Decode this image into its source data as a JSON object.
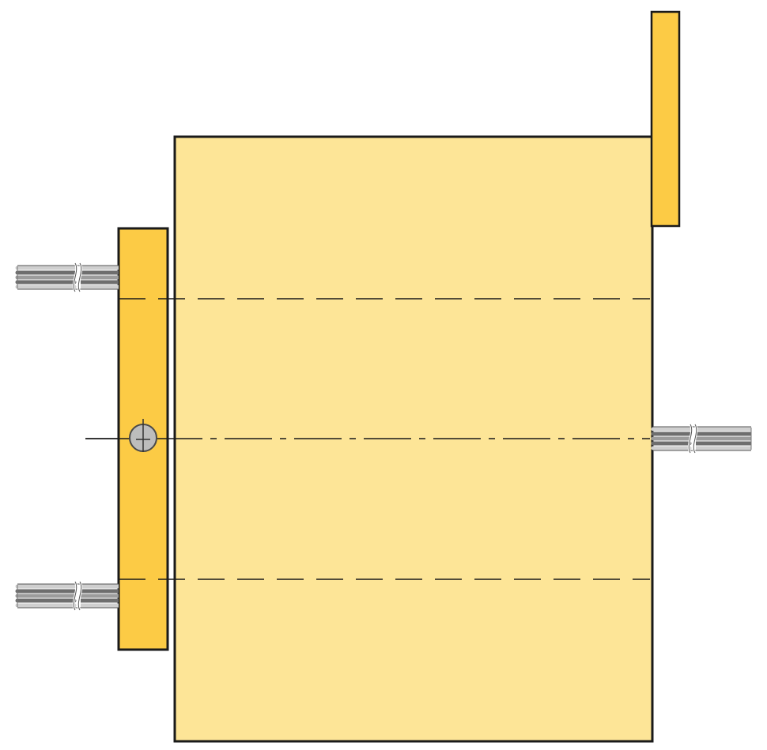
{
  "diagram": {
    "colors": {
      "main_body": "#FDE597",
      "side_bar": "#FCCB45",
      "outline": "#1a1a1a",
      "cable_light": "#cfcfcf",
      "cable_dark": "#6e6e6e",
      "cable_mid": "#9c9c9c",
      "pivot": "#bdbdbd",
      "page": "#ffffff"
    },
    "parts": {
      "main_body": "main-body",
      "left_bar": "left-mounting-bar",
      "top_right_bar": "top-right-bar",
      "pivot": "pivot-hole",
      "cables": [
        "cable-upper-left",
        "cable-lower-left",
        "cable-right"
      ],
      "lines": [
        "dashed-line-upper",
        "centerline-middle",
        "dashed-line-lower"
      ]
    }
  }
}
